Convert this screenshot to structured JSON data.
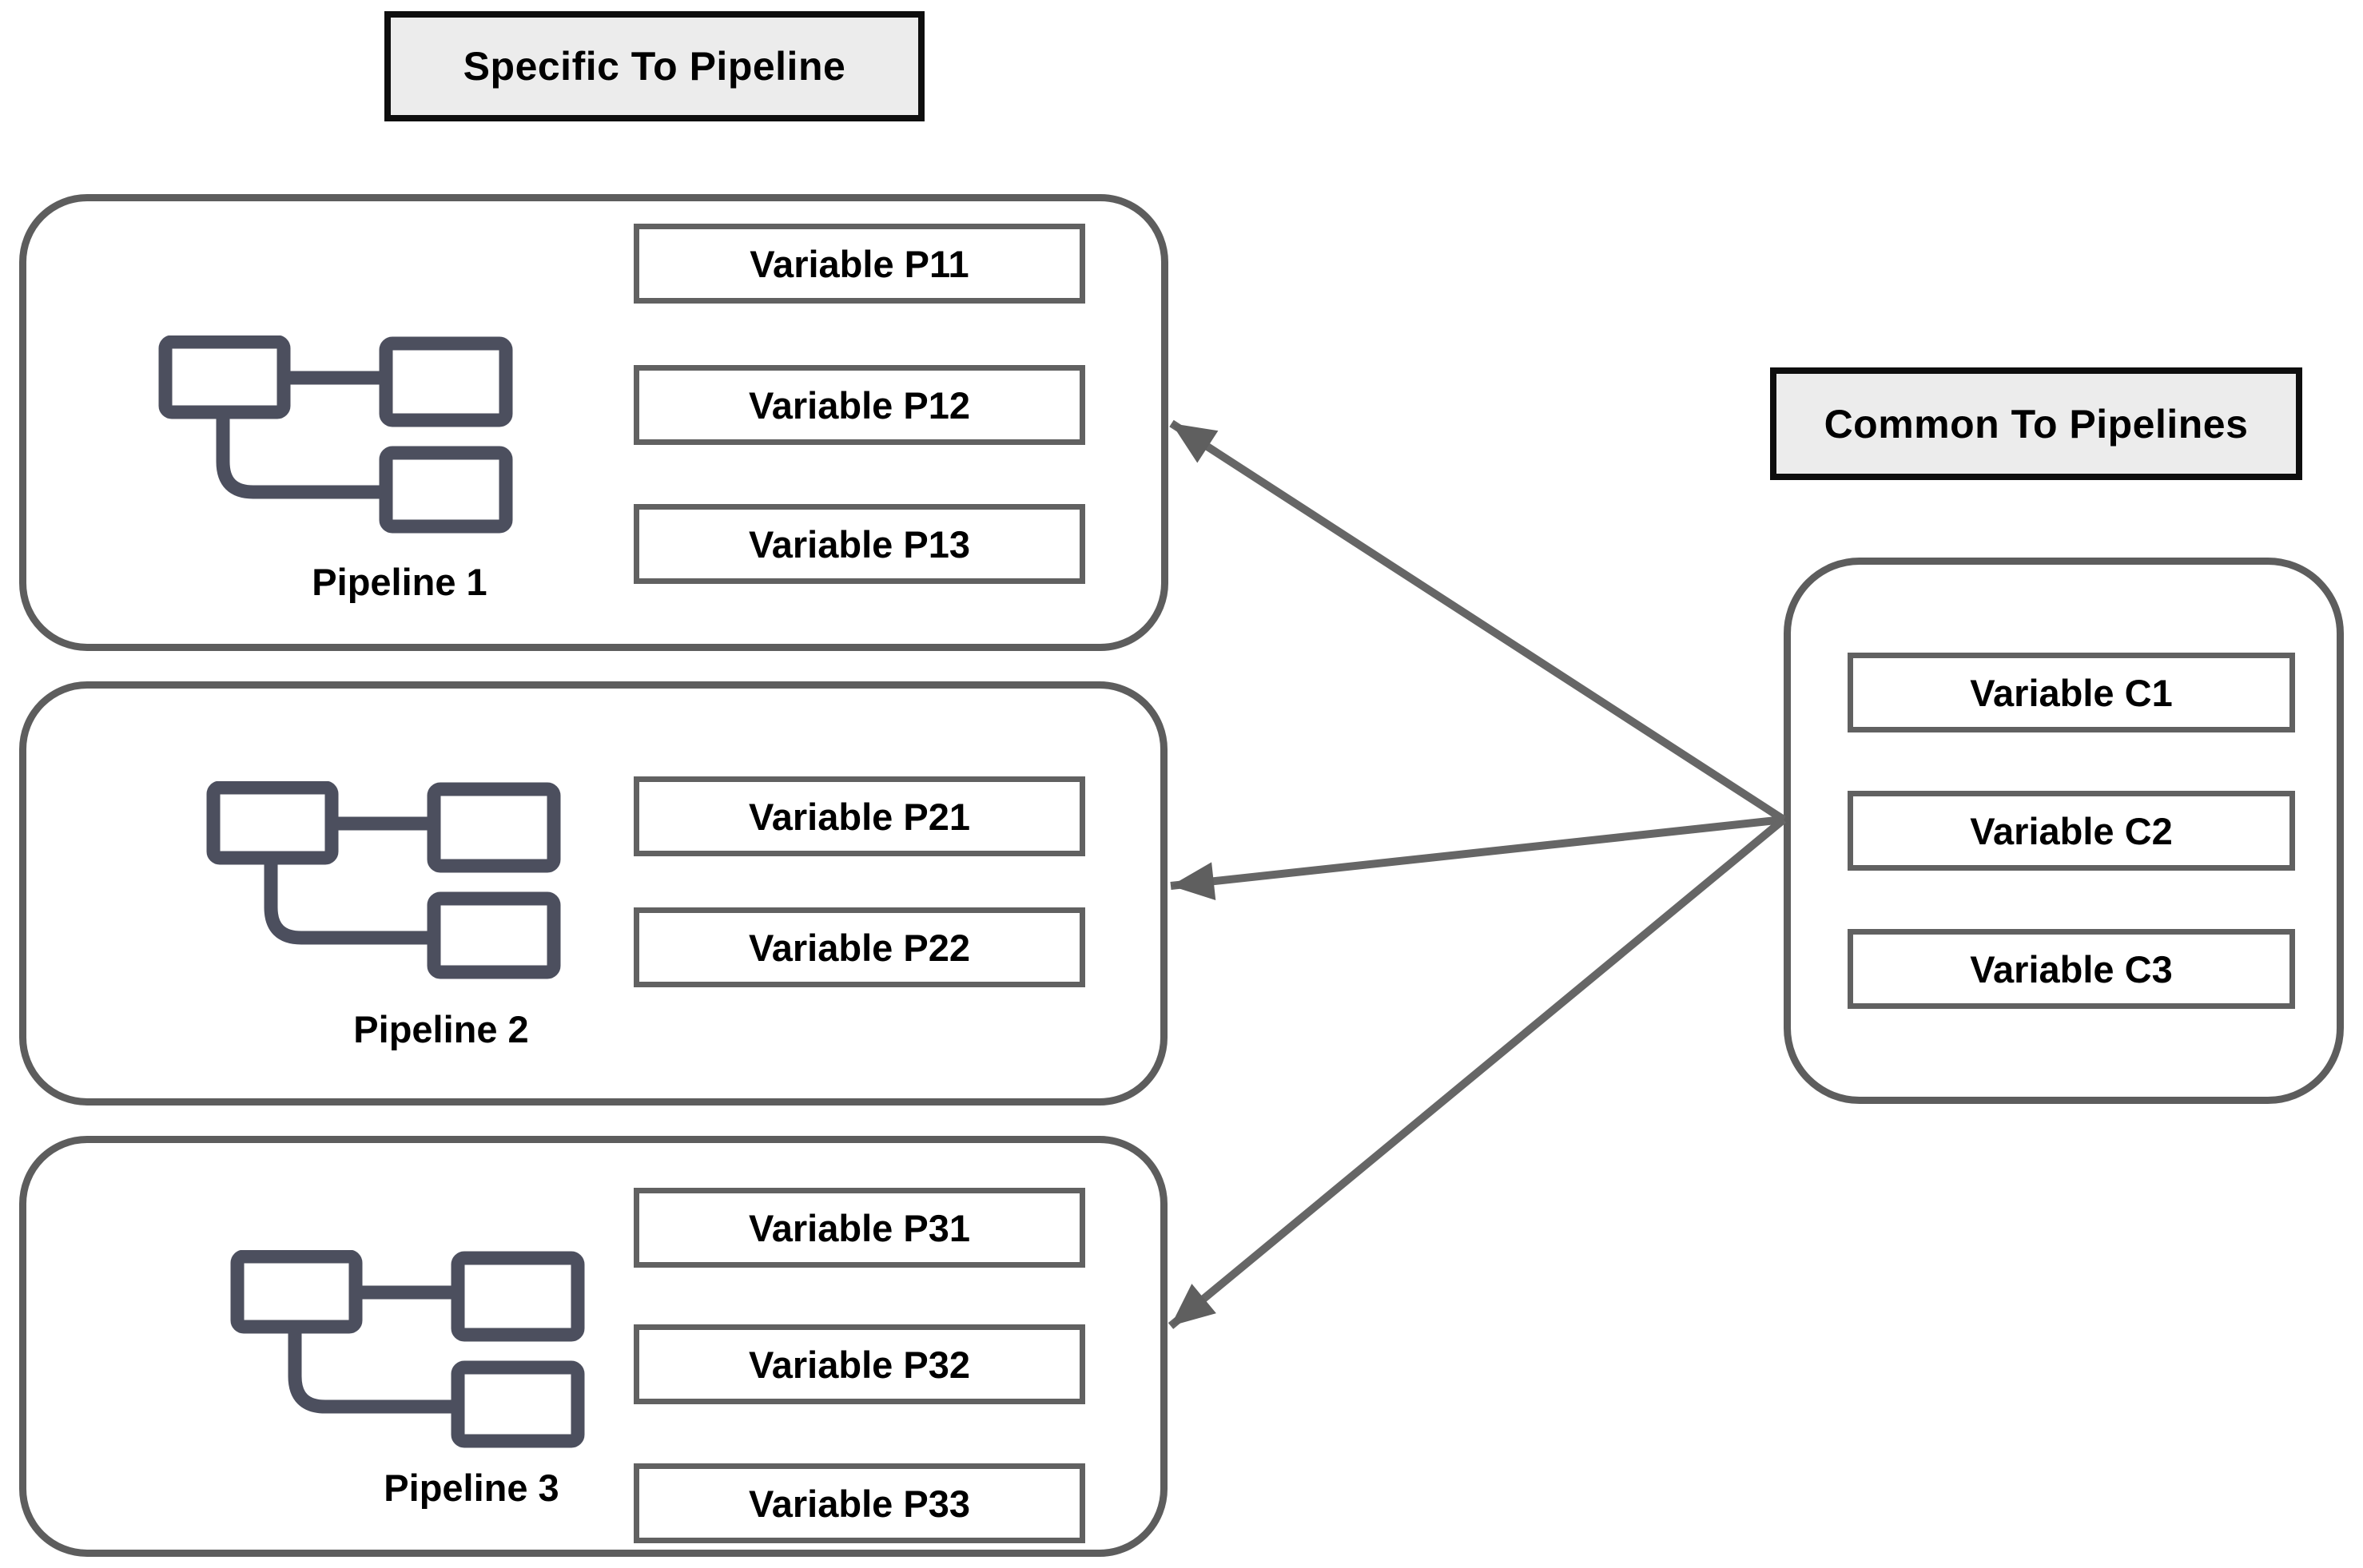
{
  "headers": {
    "specific_label": "Specific To Pipeline",
    "common_label": "Common To Pipelines"
  },
  "pipelines": [
    {
      "name": "Pipeline 1",
      "variables": [
        "Variable P11",
        "Variable P12",
        "Variable P13"
      ]
    },
    {
      "name": "Pipeline 2",
      "variables": [
        "Variable P21",
        "Variable P22"
      ]
    },
    {
      "name": "Pipeline 3",
      "variables": [
        "Variable P31",
        "Variable P32",
        "Variable P33"
      ]
    }
  ],
  "common": {
    "variables": [
      "Variable C1",
      "Variable C2",
      "Variable C3"
    ]
  },
  "icons": {
    "pipeline_icon": "flow-diagram-icon"
  },
  "colors": {
    "container_border": "#5d5d5d",
    "variable_border": "#616161",
    "header_fill": "#ececec",
    "header_border": "#0e0e0e",
    "arrow": "#666666",
    "icon": "#4c4f5e",
    "text": "#000000",
    "background": "#ffffff"
  }
}
